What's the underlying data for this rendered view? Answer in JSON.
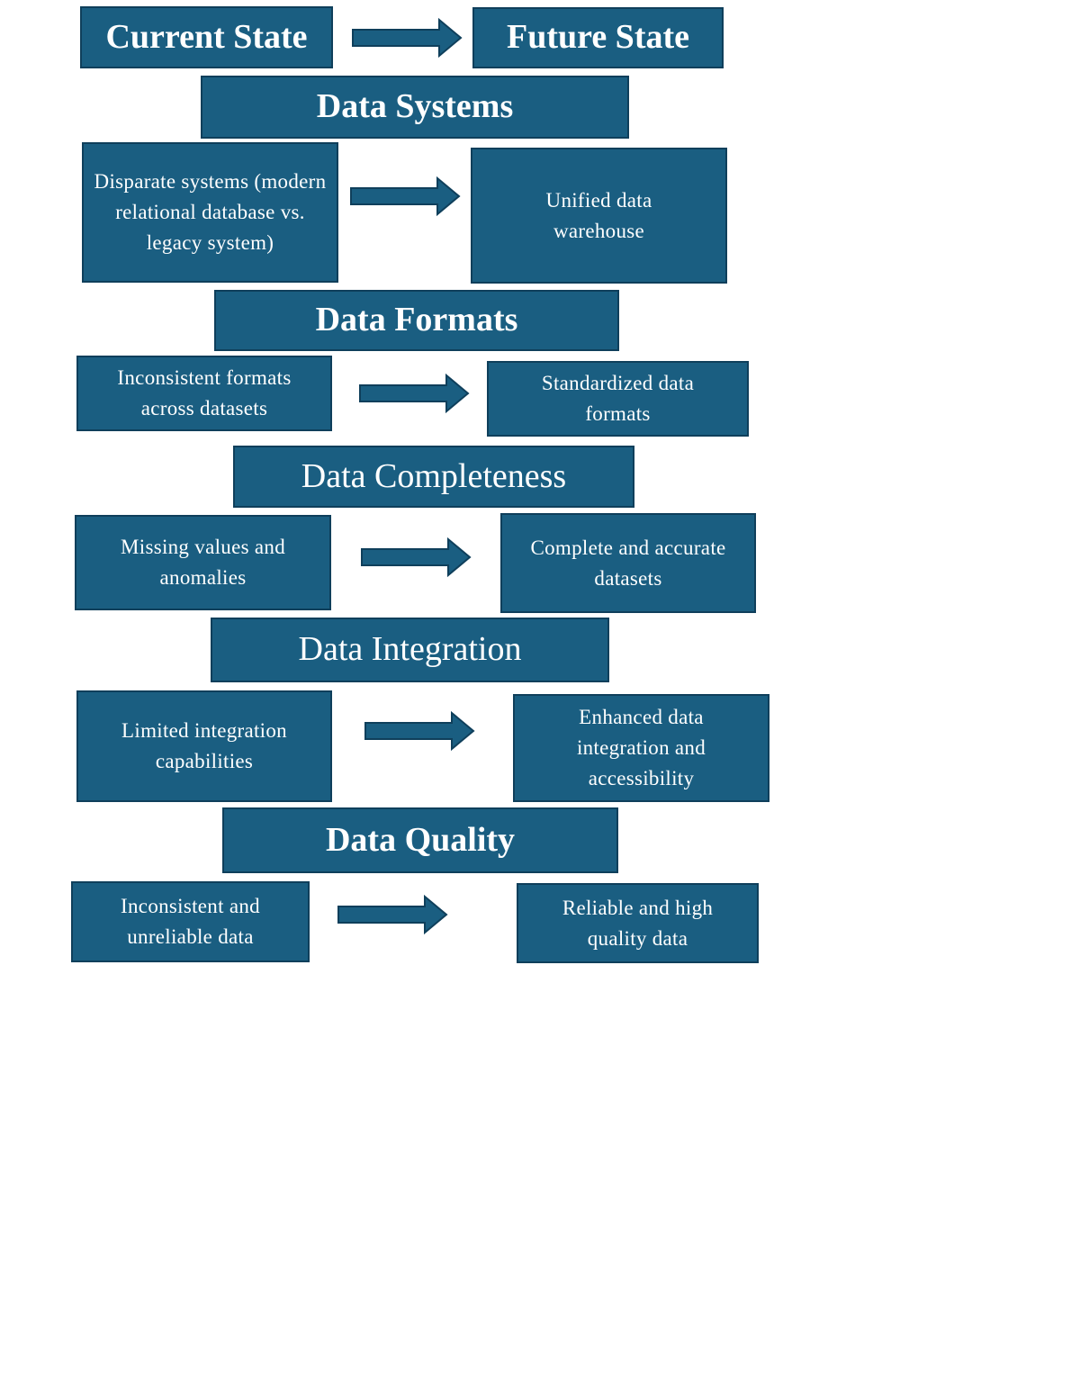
{
  "header": {
    "current_state": "Current State",
    "future_state": "Future State"
  },
  "sections": [
    {
      "title": "Data Systems",
      "current": "Disparate systems (modern relational database vs. legacy system)",
      "future": "Unified data warehouse"
    },
    {
      "title": "Data Formats",
      "current": "Inconsistent formats across datasets",
      "future": "Standardized data formats"
    },
    {
      "title": "Data Completeness",
      "current": "Missing values and anomalies",
      "future": "Complete and accurate datasets"
    },
    {
      "title": "Data Integration",
      "current": "Limited integration capabilities",
      "future": "Enhanced data integration and accessibility"
    },
    {
      "title": "Data Quality",
      "current": "Inconsistent and unreliable data",
      "future": "Reliable and high quality data"
    }
  ],
  "colors": {
    "box_fill": "#1a5e81",
    "box_border": "#0f3f5b",
    "arrow": "#1a5e81",
    "text": "#ffffff"
  }
}
